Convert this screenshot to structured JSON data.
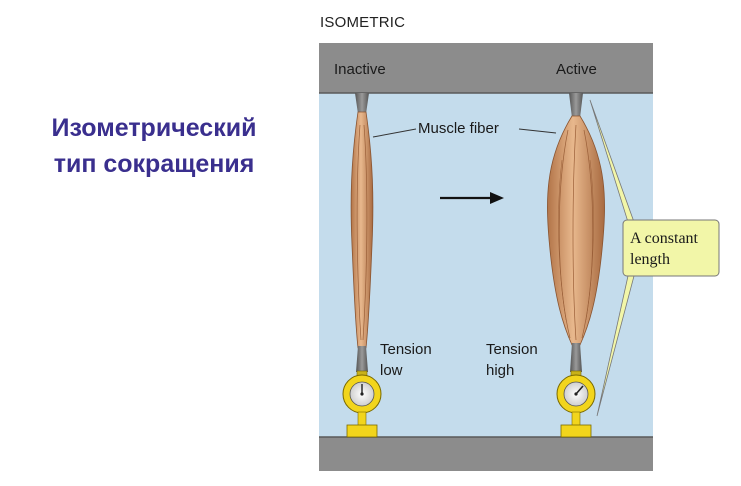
{
  "slide": {
    "title_line1": "Изометрический",
    "title_line2": "тип сокращения"
  },
  "figure": {
    "header": "ISOMETRIC",
    "state_inactive": "Inactive",
    "state_active": "Active",
    "muscle_fiber_label": "Muscle fiber",
    "constant_length_line1": "A constant",
    "constant_length_line2": "length",
    "tension_low_line1": "Tension",
    "tension_low_line2": "low",
    "tension_high_line1": "Tension",
    "tension_high_line2": "high"
  },
  "colors": {
    "title": "#3a2f8e",
    "panel_bg": "#c4dcec",
    "plate": "#8c8c8c",
    "muscle": "#d9a477",
    "gauge": "#f2d51c",
    "callout": "#f2f6a8"
  }
}
